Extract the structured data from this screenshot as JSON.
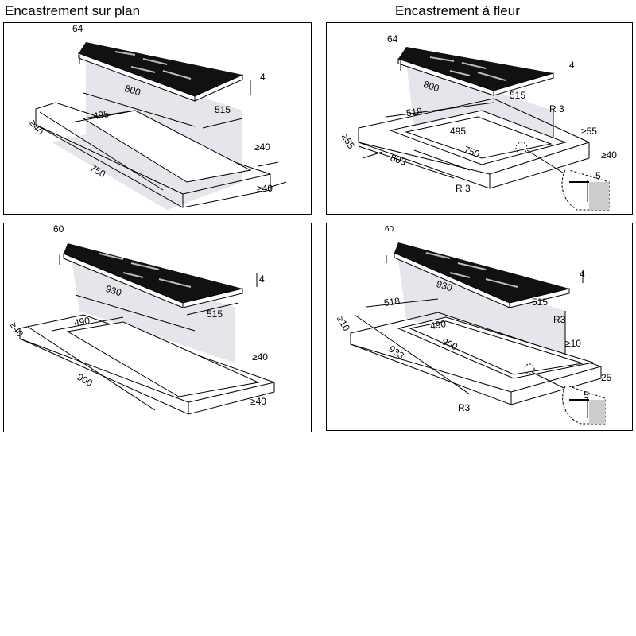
{
  "titles": {
    "left": "Encastrement sur plan",
    "right": "Encastrement à fleur"
  },
  "colors": {
    "hob": "#111111",
    "shadow": "#e4e6ec",
    "line": "#000000"
  },
  "panels": {
    "top_left": {
      "hob_height": "64",
      "glass_thickness": "4",
      "hob_length": "800",
      "hob_depth": "515",
      "cutout_depth": "495",
      "cutout_length": "750",
      "min_front": "≥40",
      "min_side": "≥40",
      "min_back": "≥40"
    },
    "top_right": {
      "hob_height": "64",
      "glass_thickness": "4",
      "hob_length": "800",
      "hob_depth": "515",
      "recess_depth": "518",
      "cutout_depth": "495",
      "cutout_length": "750",
      "recess_length": "803",
      "min_front": "≥55",
      "min_side": "≥55",
      "min_back": "≥40",
      "radius_top": "R 3",
      "radius_bottom": "R 3",
      "detail_step": "5"
    },
    "bottom_left": {
      "hob_height": "60",
      "glass_thickness": "4",
      "hob_length": "930",
      "hob_depth": "515",
      "cutout_depth": "490",
      "cutout_length": "900",
      "min_front": "≥40",
      "min_side": "≥40",
      "min_back": "≥40"
    },
    "bottom_right": {
      "hob_height": "60",
      "glass_thickness": "4",
      "hob_length": "930",
      "hob_depth": "515",
      "recess_depth": "518",
      "cutout_depth": "490",
      "cutout_length": "900",
      "recess_length": "933",
      "min_front": "≥10",
      "min_side": "≥10",
      "min_back": "25",
      "radius_top": "R3",
      "radius_bottom": "R3",
      "detail_step": "5"
    }
  }
}
